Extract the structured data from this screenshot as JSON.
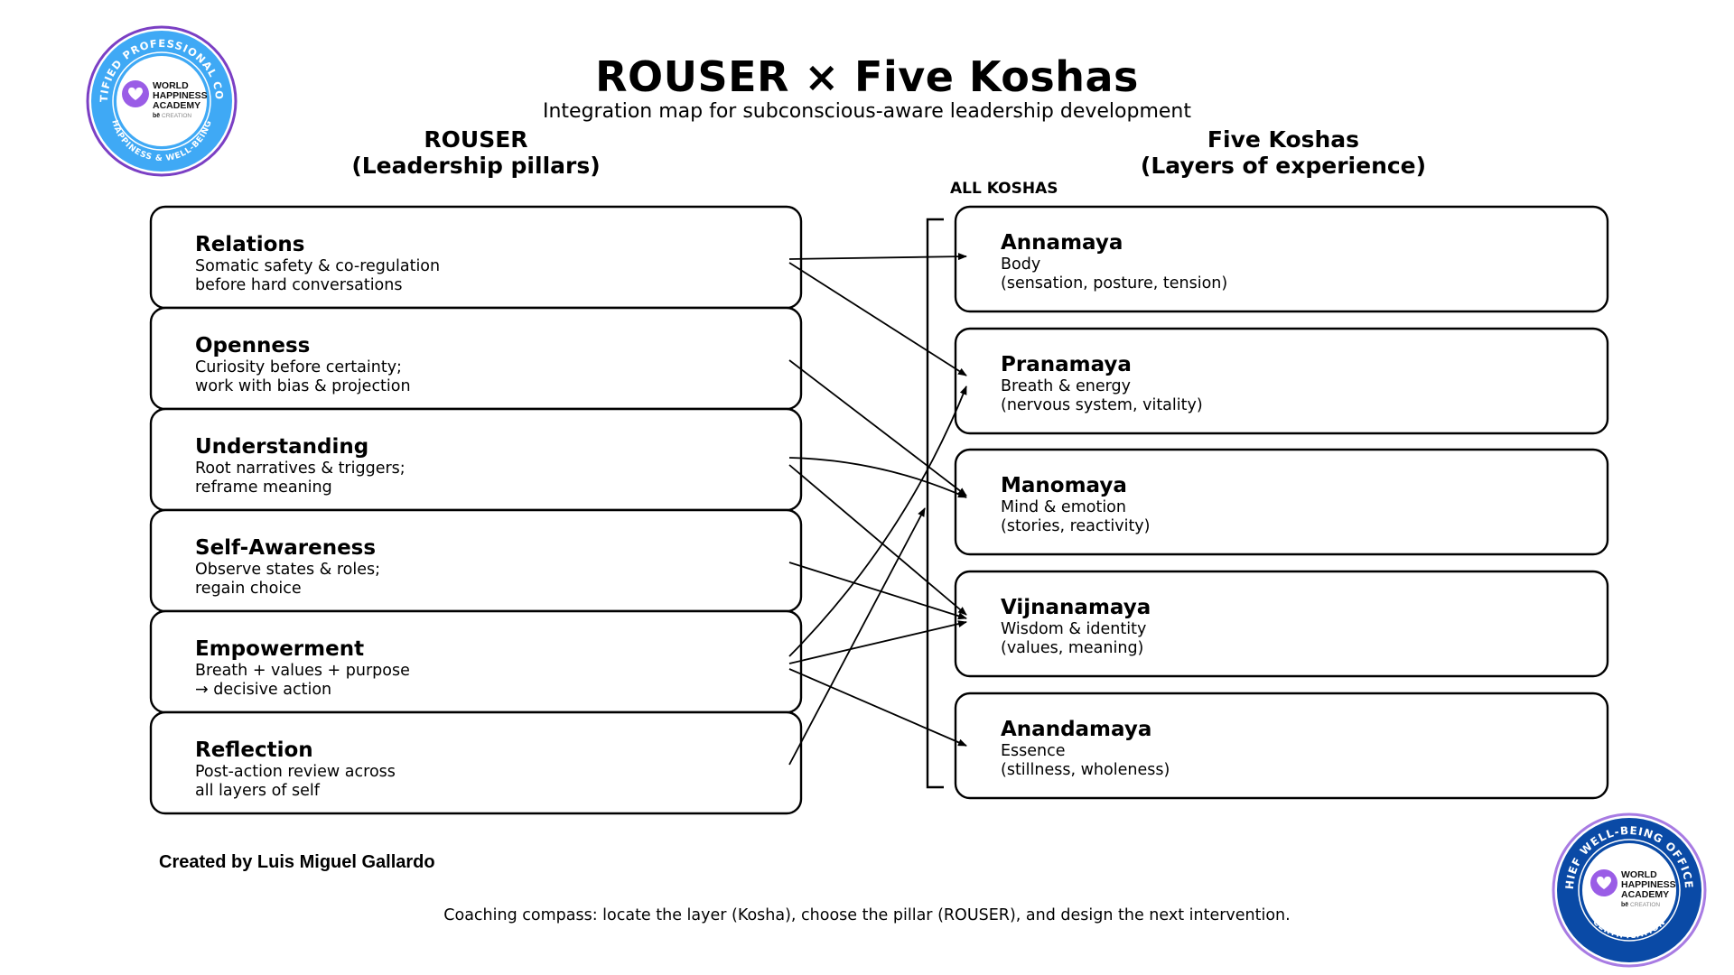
{
  "header": {
    "title": "ROUSER × Five Koshas",
    "subtitle": "Integration map for subconscious-aware leadership development"
  },
  "left_column": {
    "heading_line1": "ROUSER",
    "heading_line2": "(Leadership pillars)",
    "pillars": [
      {
        "id": "relations",
        "title": "Relations",
        "desc_line1": "Somatic safety & co-regulation",
        "desc_line2": "before hard conversations"
      },
      {
        "id": "openness",
        "title": "Openness",
        "desc_line1": "Curiosity before certainty;",
        "desc_line2": "work with bias & projection"
      },
      {
        "id": "understanding",
        "title": "Understanding",
        "desc_line1": "Root narratives & triggers;",
        "desc_line2": "reframe meaning"
      },
      {
        "id": "self-awareness",
        "title": "Self-Awareness",
        "desc_line1": "Observe states & roles;",
        "desc_line2": "regain choice"
      },
      {
        "id": "empowerment",
        "title": "Empowerment",
        "desc_line1": "Breath + values + purpose",
        "desc_line2": "→ decisive action"
      },
      {
        "id": "reflection",
        "title": "Reflection",
        "desc_line1": "Post-action review across",
        "desc_line2": "all layers of self"
      }
    ]
  },
  "right_column": {
    "heading_line1": "Five Koshas",
    "heading_line2": "(Layers of experience)",
    "bracket_label": "ALL KOSHAS",
    "koshas": [
      {
        "id": "annamaya",
        "title": "Annamaya",
        "desc_line1": "Body",
        "desc_line2": "(sensation, posture, tension)"
      },
      {
        "id": "pranamaya",
        "title": "Pranamaya",
        "desc_line1": "Breath & energy",
        "desc_line2": "(nervous system, vitality)"
      },
      {
        "id": "manomaya",
        "title": "Manomaya",
        "desc_line1": "Mind & emotion",
        "desc_line2": "(stories, reactivity)"
      },
      {
        "id": "vijnanamaya",
        "title": "Vijnanamaya",
        "desc_line1": "Wisdom & identity",
        "desc_line2": "(values, meaning)"
      },
      {
        "id": "anandamaya",
        "title": "Anandamaya",
        "desc_line1": "Essence",
        "desc_line2": "(stillness, wholeness)"
      }
    ]
  },
  "connections": [
    {
      "from": "relations",
      "to": "annamaya"
    },
    {
      "from": "relations",
      "to": "pranamaya"
    },
    {
      "from": "openness",
      "to": "manomaya"
    },
    {
      "from": "understanding",
      "to": "manomaya"
    },
    {
      "from": "understanding",
      "to": "vijnanamaya"
    },
    {
      "from": "self-awareness",
      "to": "vijnanamaya"
    },
    {
      "from": "empowerment",
      "to": "pranamaya"
    },
    {
      "from": "empowerment",
      "to": "vijnanamaya"
    },
    {
      "from": "empowerment",
      "to": "anandamaya"
    },
    {
      "from": "reflection",
      "to": "all-koshas"
    }
  ],
  "badges": {
    "top_left": {
      "ring_top": "CERTIFIED PROFESSIONAL COACH",
      "ring_bottom": "HAPPINESS & WELL-BEING",
      "center_line1": "WORLD",
      "center_line2": "HAPPINESS",
      "center_line3": "ACADEMY",
      "center_brand": "bē",
      "center_brand2": "CREATION",
      "ring_color": "#3fa9f5",
      "outer_color": "#7b3fc4",
      "heart_color": "#9a5de6"
    },
    "bottom_right": {
      "ring_top": "CHIEF WELL-BEING OFFICER",
      "ring_bottom": "CERTIFICATION",
      "center_line1": "WORLD",
      "center_line2": "HAPPINESS",
      "center_line3": "ACADEMY",
      "center_brand": "bē",
      "center_brand2": "CREATION",
      "ring_color": "#0a4aa6",
      "outer_color": "#a87be3",
      "heart_color": "#9a5de6"
    }
  },
  "credit": "Created by  Luis Miguel Gallardo",
  "footer": "Coaching compass: locate the layer (Kosha), choose the pillar (ROUSER), and design the next intervention."
}
